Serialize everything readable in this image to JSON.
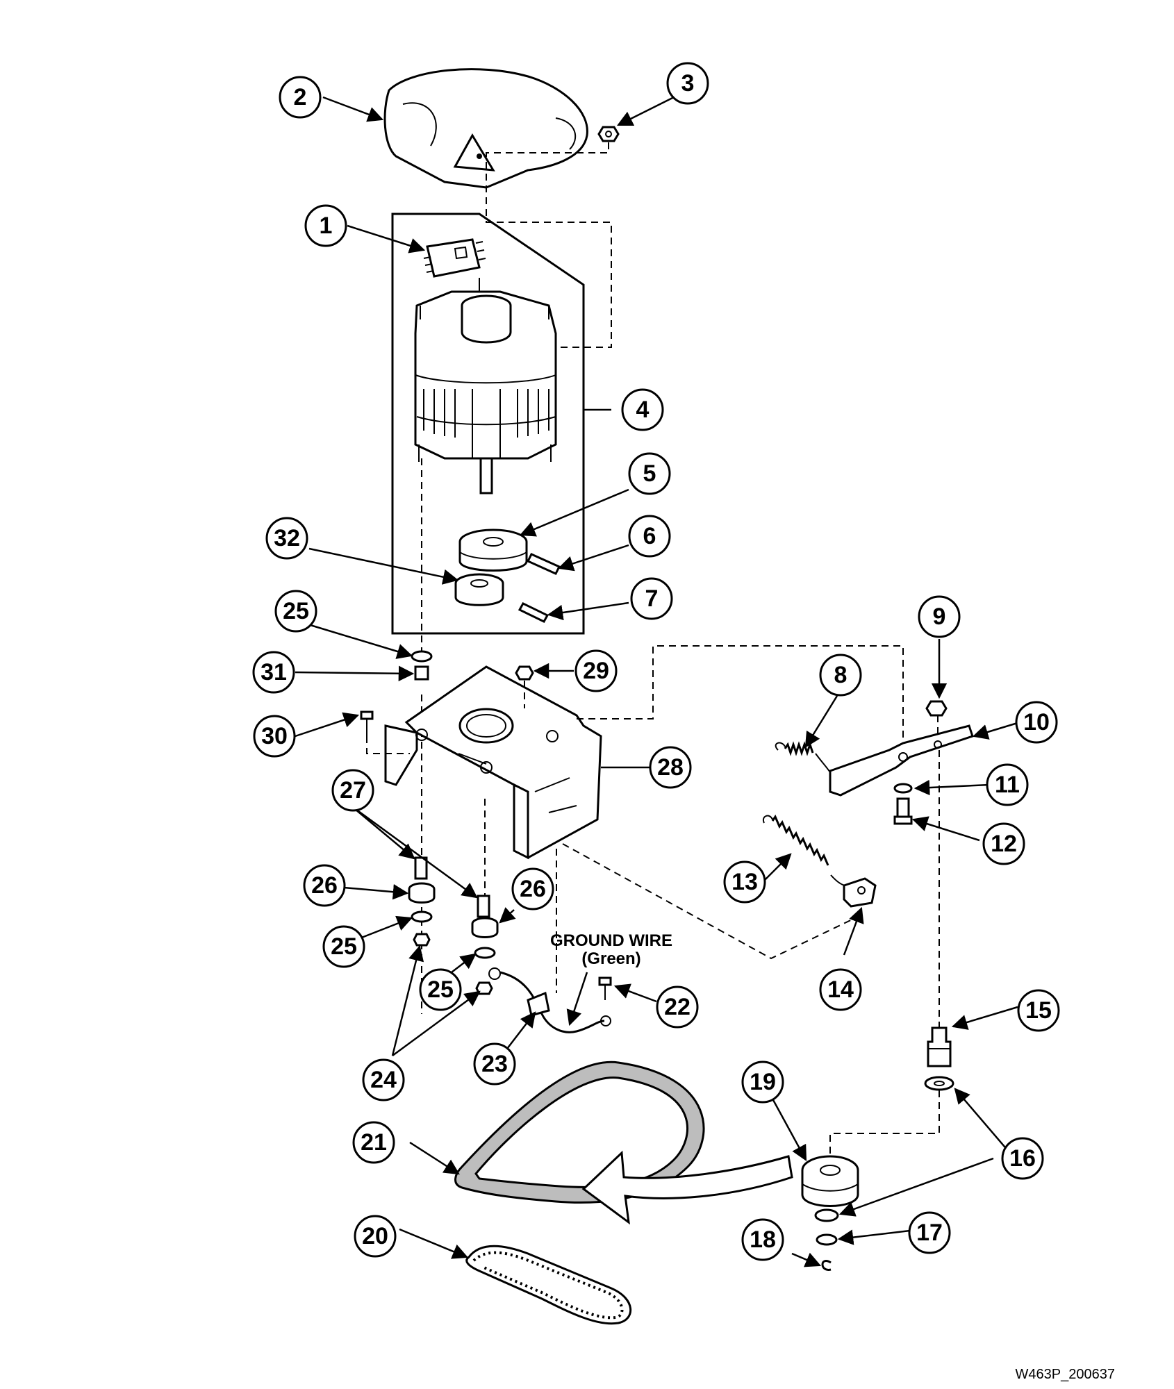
{
  "callouts": [
    "1",
    "2",
    "3",
    "4",
    "5",
    "6",
    "7",
    "8",
    "9",
    "10",
    "11",
    "12",
    "13",
    "14",
    "15",
    "16",
    "17",
    "18",
    "19",
    "20",
    "21",
    "22",
    "23",
    "24",
    "25",
    "25",
    "25",
    "26",
    "26",
    "27",
    "28",
    "29",
    "30",
    "31",
    "32"
  ],
  "ground_wire": {
    "line1": "GROUND WIRE",
    "line2": "(Green)"
  },
  "drawing_id": "W463P_200637"
}
